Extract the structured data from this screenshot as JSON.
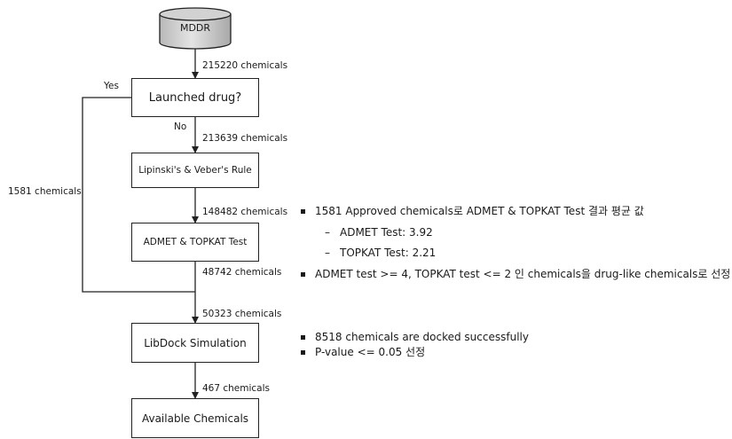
{
  "database": "MDDR",
  "boxes": {
    "launched": "Launched drug?",
    "lipinski": "Lipinski's & Veber's Rule",
    "admet": "ADMET & TOPKAT Test",
    "libdock": "LibDock Simulation",
    "available": "Available Chemicals"
  },
  "flow_labels": {
    "mddr_out": "215220 chemicals",
    "yes": "Yes",
    "no": "No",
    "launched_out": "213639 chemicals",
    "lipinski_out": "148482 chemicals",
    "admet_out": "48742 chemicals",
    "merged": "50323 chemicals",
    "libdock_out": "467 chemicals",
    "yes_branch": "1581 chemicals"
  },
  "notes": {
    "admet_avg": "1581 Approved chemicals로 ADMET & TOPKAT Test 결과 평균 값",
    "admet_value": "ADMET Test: 3.92",
    "topkat_value": "TOPKAT Test: 2.21",
    "selection": "ADMET test >= 4, TOPKAT test <= 2 인 chemicals을 drug-like chemicals로 선정",
    "docked": "8518 chemicals are docked successfully",
    "pvalue": "P-value <= 0.05 선정"
  },
  "dash_symbol": "–"
}
